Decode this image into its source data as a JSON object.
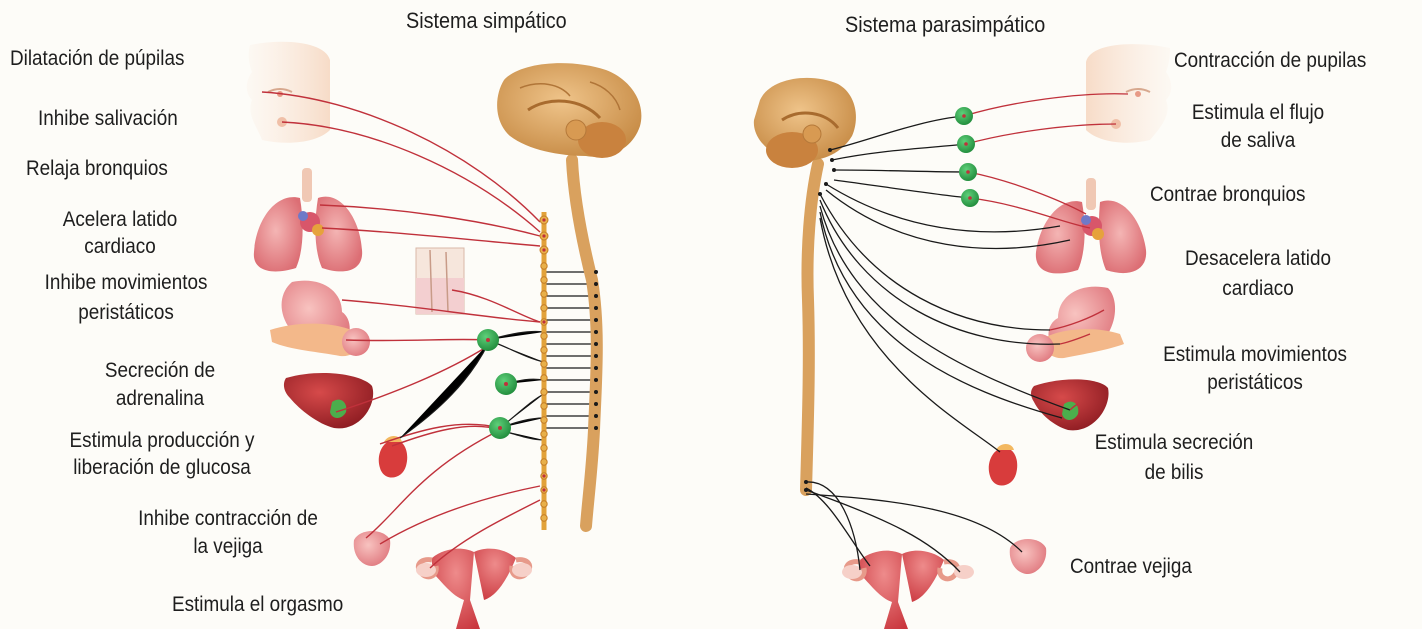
{
  "sympathetic": {
    "title": "Sistema simpático",
    "effects": [
      {
        "id": "pupils",
        "line1": "Dilatación de púpilas",
        "line2": ""
      },
      {
        "id": "saliva",
        "line1": "Inhibe salivación",
        "line2": ""
      },
      {
        "id": "bronchi",
        "line1": "Relaja bronquios",
        "line2": ""
      },
      {
        "id": "heart",
        "line1": "Acelera latido",
        "line2": "cardiaco"
      },
      {
        "id": "gut",
        "line1": "Inhibe movimientos",
        "line2": "peristáticos"
      },
      {
        "id": "adrenal",
        "line1": "Secreción de",
        "line2": "adrenalina"
      },
      {
        "id": "glucose",
        "line1": "Estimula producción y",
        "line2": "liberación de glucosa"
      },
      {
        "id": "bladder",
        "line1": "Inhibe contracción de",
        "line2": "la vejiga"
      },
      {
        "id": "orgasm",
        "line1": "Estimula el orgasmo",
        "line2": ""
      }
    ]
  },
  "parasympathetic": {
    "title": "Sistema parasimpático",
    "effects": [
      {
        "id": "pupils",
        "line1": "Contracción de pupilas",
        "line2": ""
      },
      {
        "id": "saliva",
        "line1": "Estimula el flujo",
        "line2": "de saliva"
      },
      {
        "id": "bronchi",
        "line1": "Contrae bronquios",
        "line2": ""
      },
      {
        "id": "heart",
        "line1": "Desacelera latido",
        "line2": "cardiaco"
      },
      {
        "id": "gut",
        "line1": "Estimula movimientos",
        "line2": "peristáticos"
      },
      {
        "id": "bile",
        "line1": "Estimula secreción",
        "line2": "de bilis"
      },
      {
        "id": "bladder",
        "line1": "Contrae vejiga",
        "line2": ""
      }
    ]
  },
  "colors": {
    "background": "#fdfcf8",
    "nerve_sympathetic": "#c0313b",
    "nerve_parasympathetic": "#2a2a2a",
    "spinal_cord": "#d9a15e",
    "brain": "#dba563",
    "ganglion": "#2ea34a",
    "organ_pink": "#e8848a",
    "liver": "#b3262b",
    "skin_tone": "#f7dcc8"
  }
}
